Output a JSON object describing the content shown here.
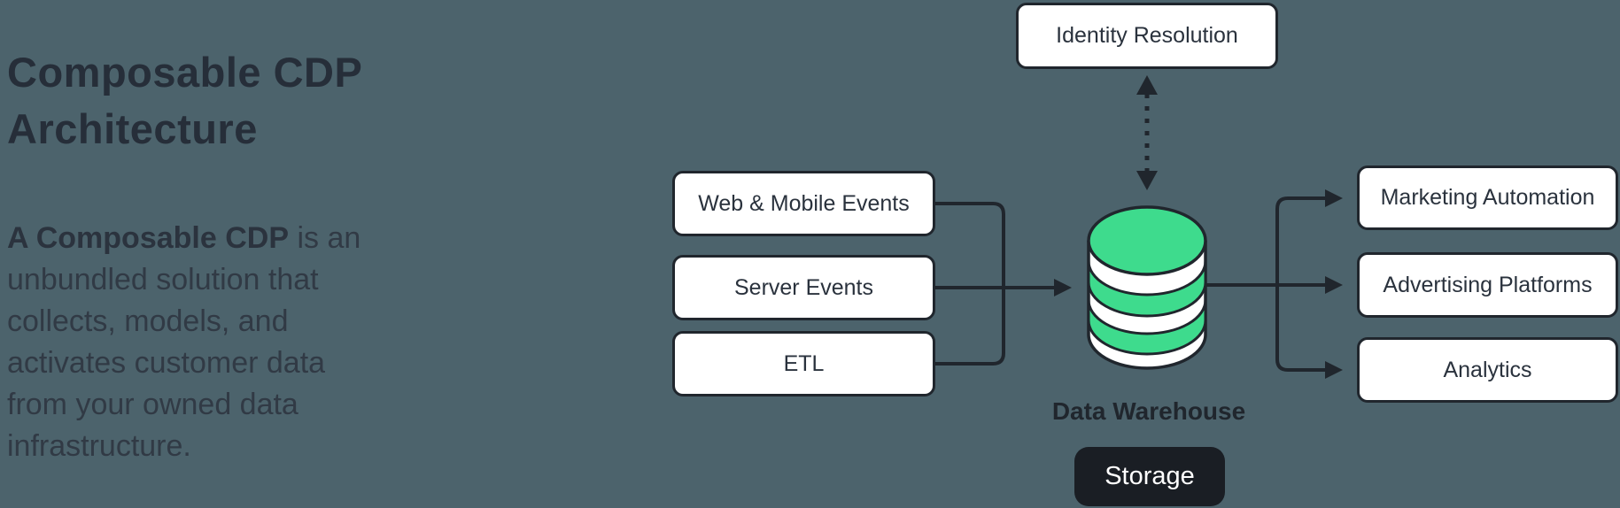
{
  "colors": {
    "background": "#4C636C",
    "line": "#20262D",
    "green": "#3EDB8D",
    "node_fill": "#FFFFFF",
    "storage_bg": "#1A1E24"
  },
  "heading": {
    "line1": "Composable CDP",
    "line2": "Architecture"
  },
  "intro": {
    "bold": "A Composable CDP",
    "after_bold": " is an",
    "lines": [
      "unbundled solution that",
      "collects, models, and",
      "activates customer data",
      "from your owned data",
      "infrastructure."
    ]
  },
  "diagram": {
    "identity_label": "Identity Resolution",
    "source_boxes": [
      "Web & Mobile Events",
      "Server Events",
      "ETL"
    ],
    "warehouse_label": "Data Warehouse",
    "storage_label": "Storage",
    "destination_boxes": [
      "Marketing Automation",
      "Advertising Platforms",
      "Analytics"
    ]
  }
}
